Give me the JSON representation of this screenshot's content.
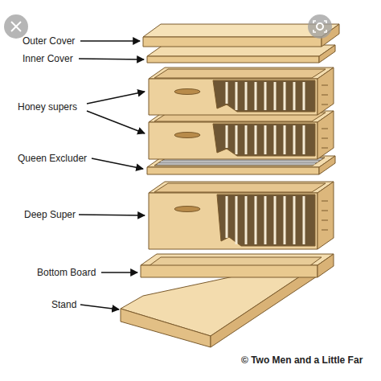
{
  "diagram": {
    "labels": [
      "Outer Cover",
      "Inner Cover",
      "Honey supers",
      "Queen Excluder",
      "Deep Super",
      "Bottom Board",
      "Stand",
      "© Two Men and a Little Far"
    ]
  }
}
